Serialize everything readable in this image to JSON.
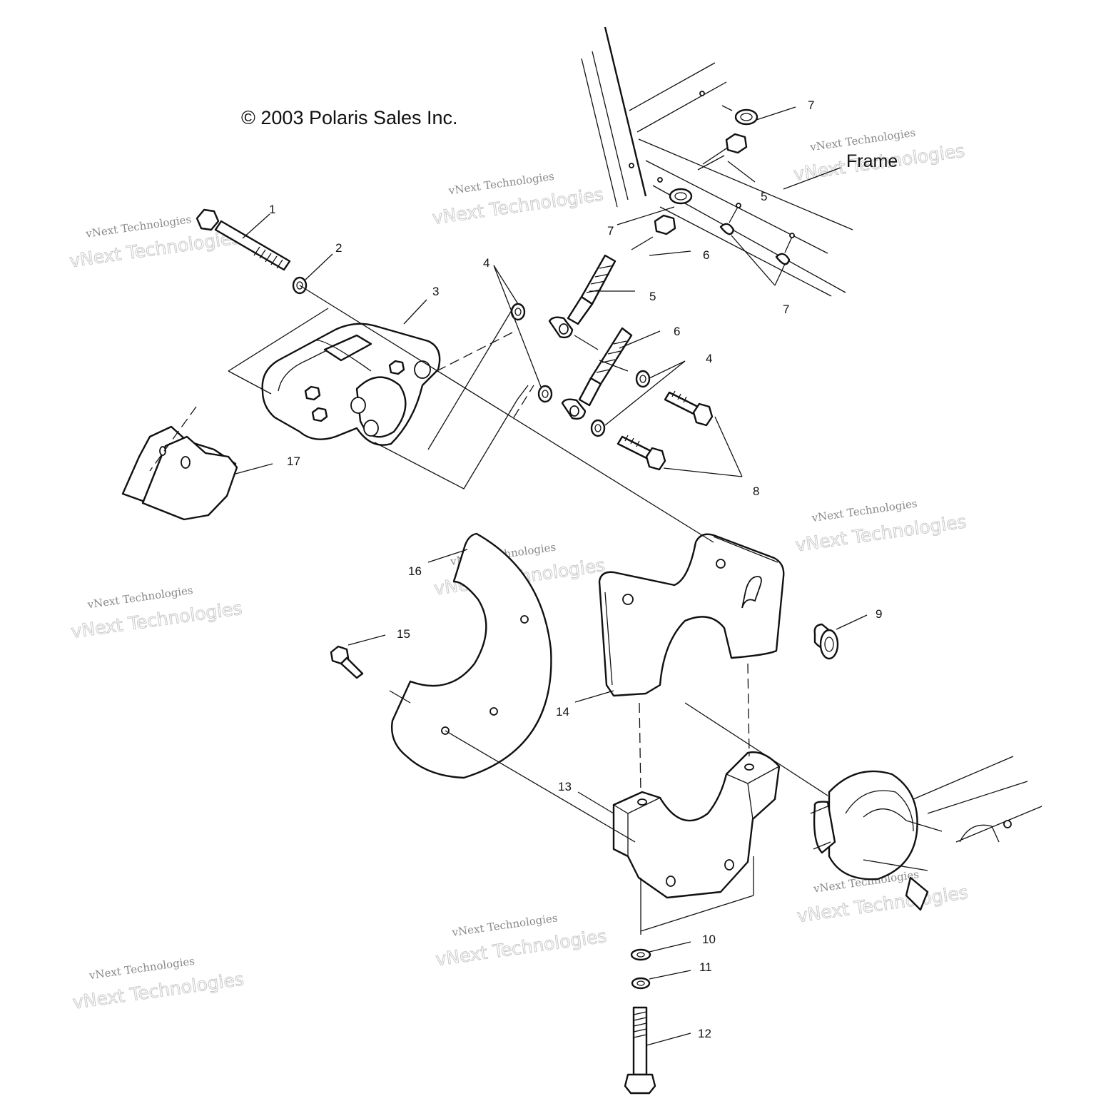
{
  "copyright": "© 2003 Polaris Sales Inc.",
  "frame_label": "Frame",
  "watermark": {
    "line1": "vNext Technologies",
    "line2": "vNext Technologies"
  },
  "callouts": {
    "c1": "1",
    "c2": "2",
    "c3": "3",
    "c4a": "4",
    "c4b": "4",
    "c5a": "5",
    "c5b": "5",
    "c6a": "6",
    "c6b": "6",
    "c7a": "7",
    "c7b": "7",
    "c7c": "7",
    "c8": "8",
    "c9": "9",
    "c10": "10",
    "c11": "11",
    "c12": "12",
    "c13": "13",
    "c14": "14",
    "c15": "15",
    "c16": "16",
    "c17": "17"
  }
}
